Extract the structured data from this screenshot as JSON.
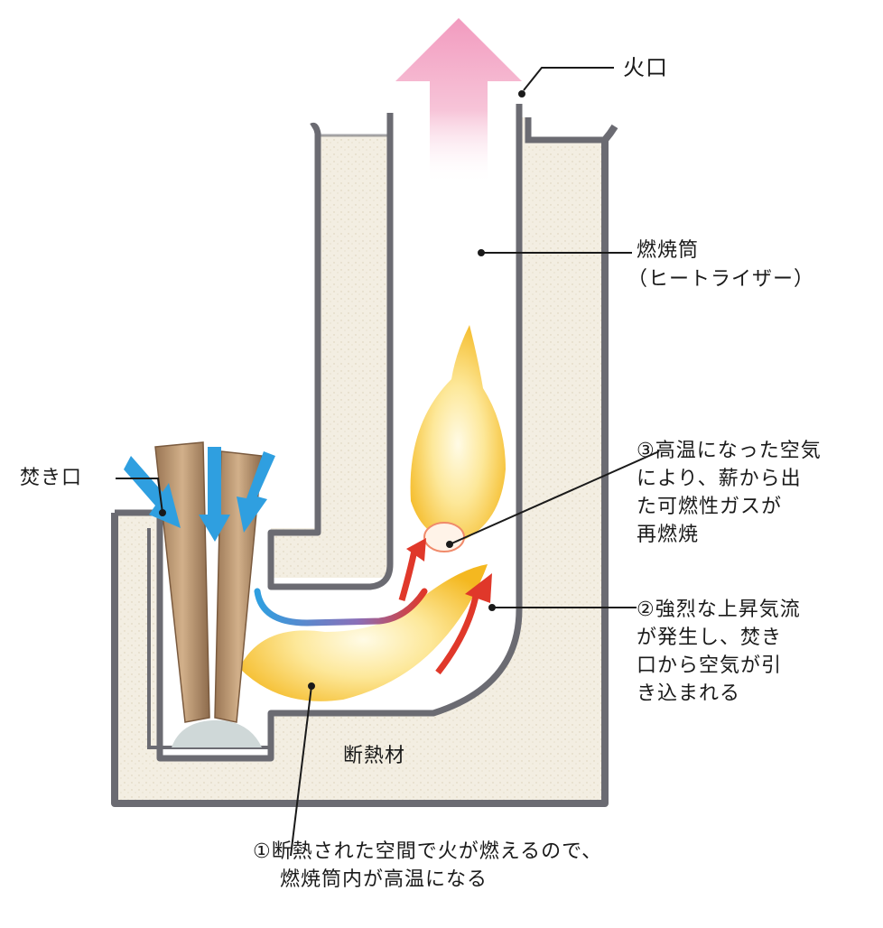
{
  "labels": {
    "higuchi": "火口",
    "nenshoto": "燃焼筒",
    "nenshoto_sub": "（ヒートライザー）",
    "takiguchi": "焚き口",
    "dannetsuzai": "断熱材",
    "note3": [
      "③高温になった空気",
      "により、薪から出",
      "た可燃性ガスが",
      "再燃焼"
    ],
    "note2": [
      "②強烈な上昇気流",
      "が発生し、焚き",
      "口から空気が引",
      "き込まれる"
    ],
    "note1": [
      "①断熱された空間で火が燃えるので、",
      "燃焼筒内が高温になる"
    ]
  },
  "colors": {
    "wall": "#6b6b72",
    "insulation": "#f2ede0",
    "flame_outer": "#f5c12e",
    "flame_inner": "#fff6c8",
    "air_arrow": "#2f9fe0",
    "hot_arrow": "#e0382a",
    "exhaust_arrow": "#f2a6c4",
    "wood": "#b89068",
    "ash": "#cfd8d8"
  },
  "icons": [
    "exhaust-arrow-icon",
    "air-inflow-arrow-icon",
    "hot-air-arrow-icon",
    "flame-icon",
    "firewood-icon"
  ]
}
